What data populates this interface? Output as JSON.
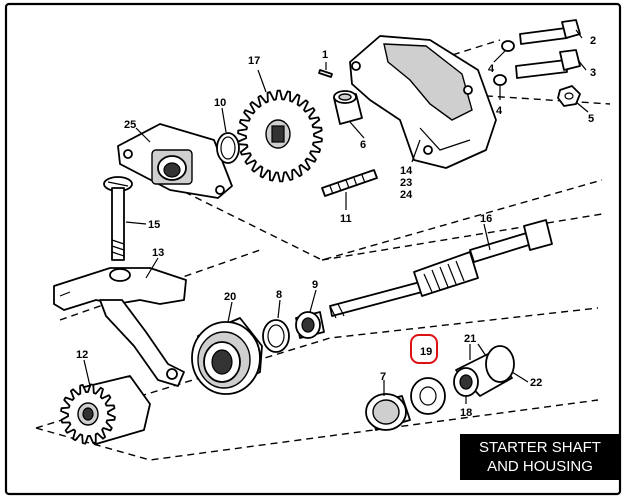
{
  "title": {
    "line1": "STARTER SHAFT",
    "line2": "AND HOUSING"
  },
  "highlight_color": "#d11111",
  "labels": {
    "n1": "1",
    "n2": "2",
    "n3": "3",
    "n4a": "4",
    "n4b": "4",
    "n5": "5",
    "n6": "6",
    "n7": "7",
    "n8": "8",
    "n9": "9",
    "n10": "10",
    "n11": "11",
    "n12": "12",
    "n13": "13",
    "n14": "14",
    "n23": "23",
    "n24": "24",
    "n15": "15",
    "n16": "16",
    "n17": "17",
    "n18": "18",
    "n19": "19",
    "n20": "20",
    "n21": "21",
    "n22": "22",
    "n25": "25"
  }
}
